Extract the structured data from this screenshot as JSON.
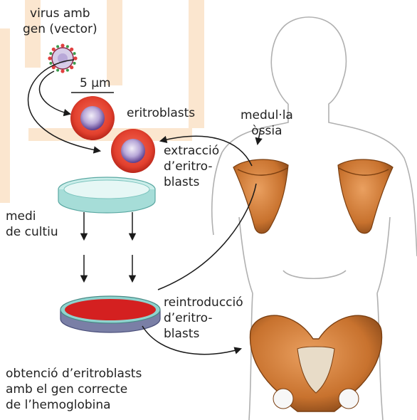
{
  "labels": {
    "virus": "virus amb\ngen (vector)",
    "scale": "5 µm",
    "eritroblasts": "eritroblasts",
    "medulla": "medul·la\nòssia",
    "extraccio": "extracció\nd’eritro-\nblasts",
    "medi": "medi\nde cultiu",
    "reintroduccio": "reintroducció\nd’eritro-\nblasts",
    "obtencio": "obtenció d’eritroblasts\namb el gen correcte\nde l’hemoglobina"
  },
  "colors": {
    "watermark": "#fbe6cf",
    "cell_ring": "#e2402e",
    "cell_nucleus": "#6b4e9e",
    "bone": "#c8722e",
    "dish_blood": "#d42020",
    "dish_glass": "#8fd4cf",
    "body_outline": "#b0b0b0",
    "arrow": "#1a1a1a"
  }
}
